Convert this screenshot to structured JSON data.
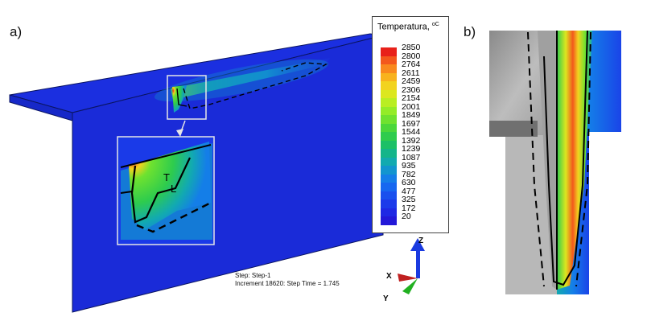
{
  "panels": {
    "a": "a)",
    "b": "b)"
  },
  "legend": {
    "title": "Temperatura, ",
    "unit": "oC",
    "values": [
      "2850",
      "2800",
      "2764",
      "2611",
      "2459",
      "2306",
      "2154",
      "2001",
      "1849",
      "1697",
      "1544",
      "1392",
      "1239",
      "1087",
      "935",
      "782",
      "630",
      "477",
      "325",
      "172",
      "20"
    ],
    "colors": [
      "#e8211a",
      "#f3581c",
      "#f9891d",
      "#f8b21d",
      "#f2d31f",
      "#dce71f",
      "#b9ee22",
      "#94ec27",
      "#6fe22f",
      "#4bd73a",
      "#2ecc4d",
      "#1cc066",
      "#14b58a",
      "#12aab0",
      "#1295cf",
      "#147ee8",
      "#1667f0",
      "#1950ee",
      "#1c3aea",
      "#1f28e4",
      "#2318d8"
    ]
  },
  "step": {
    "line1": "Step: Step-1",
    "line2": "Increment  18620: Step Time =    1.745"
  },
  "zone_labels": {
    "T": "T",
    "L": "L"
  },
  "axes": {
    "z": "Z",
    "x": "X",
    "y": "Y"
  }
}
